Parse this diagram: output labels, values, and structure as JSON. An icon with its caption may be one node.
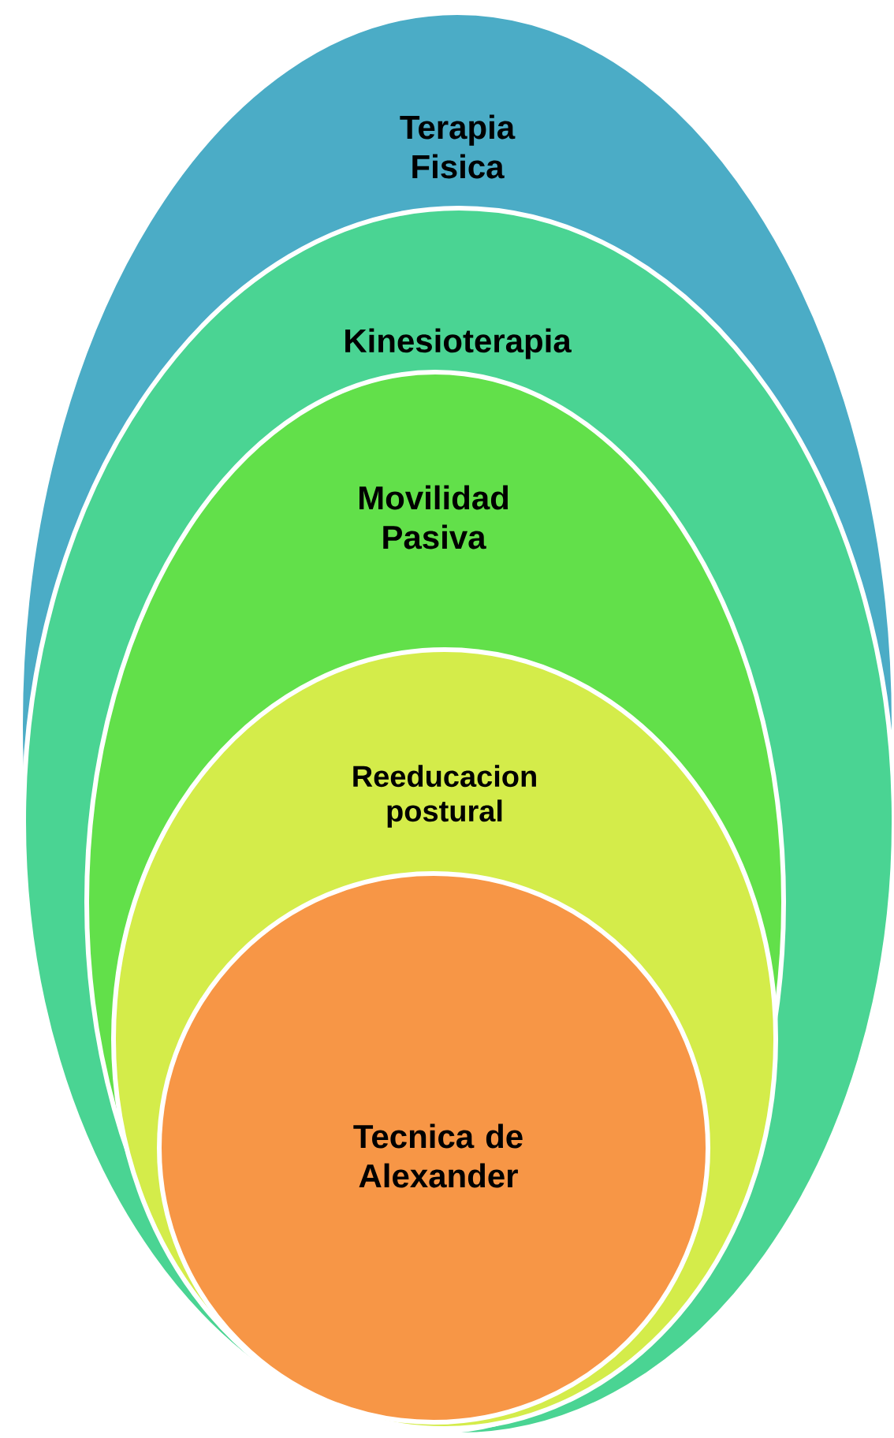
{
  "diagram": {
    "nodes": [
      {
        "text": [
          "Terapia Fisica"
        ]
      },
      {
        "text": [
          "Kinesioterapia"
        ],
        "in": 0
      },
      {
        "text": [
          "Movilidad Pasiva"
        ],
        "in": 1
      },
      {
        "text": [
          "Reeducacion postural"
        ],
        "in": 2
      },
      {
        "text": [
          "Tecnica de Alexander"
        ],
        "in": 3
      }
    ]
  }
}
